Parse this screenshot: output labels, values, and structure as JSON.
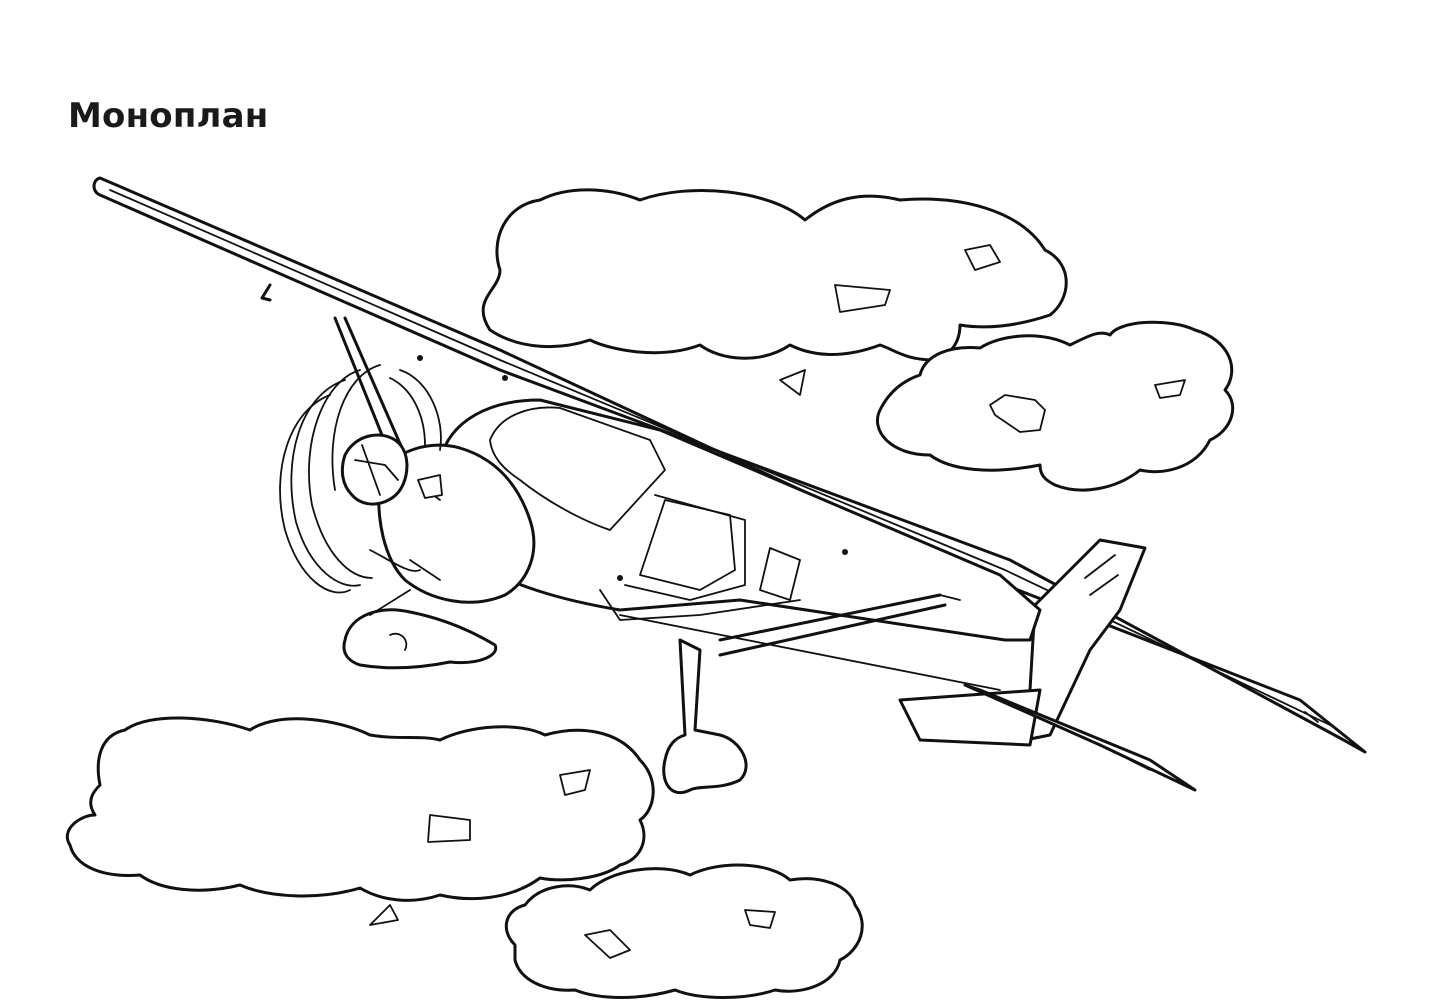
{
  "page": {
    "title": "Моноплан",
    "ink_color": "#111111",
    "background_color": "#ffffff"
  },
  "illustration": {
    "elements": [
      "monoplane",
      "propeller",
      "clouds"
    ]
  }
}
